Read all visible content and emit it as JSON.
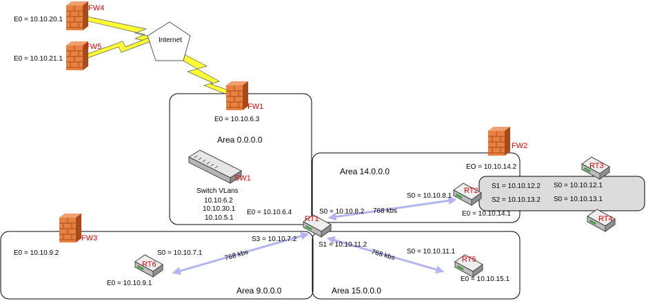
{
  "areas": {
    "area0": "Area 0.0.0.0",
    "area14": "Area 14.0.0.0",
    "area9": "Area 9.0.0.0",
    "area15": "Area 15.0.0.0"
  },
  "internet": {
    "label": "Internet"
  },
  "devices": {
    "fw1": "FW1",
    "fw2": "FW2",
    "fw3": "FW3",
    "fw4": "FW4",
    "fw5": "FW5",
    "sw1": "SW1",
    "rt1": "RT1",
    "rt2": "RT2",
    "rt3": "RT3",
    "rt4": "RT4",
    "rt5": "RT5",
    "rt6": "RT6"
  },
  "interfaces": {
    "fw4_e0": "E0 = 10.10.20.1",
    "fw5_e0": "E0 = 10.10.21.1",
    "fw1_e0": "E0 = 10.10.6.3",
    "fw2_e0": "EO = 10.10.14.2",
    "fw3_e0": "E0 = 10.10.9.2",
    "rt1_e0": "E0 = 10.10.6.4",
    "rt1_s0": "S0 = 10.10.8.2",
    "rt1_s3": "S3 = 10.10.7.2",
    "rt1_s1": "S1 = 10.10.11.2",
    "rt2_s0": "S0 = 10.10.8.1",
    "rt2_e0": "E0 = 10.10.14.1",
    "rt2_s1": "S1 = 10.10.12.2",
    "rt2_s2": "S2 = 10.10.13.2",
    "rt3_s0": "S0 = 10.10.12.1",
    "rt4_s0": "S0 = 10.10.13.1",
    "rt6_s0": "S0 = 10.10.7.1",
    "rt6_e0": "E0 = 10.10.9.1",
    "rt5_s0": "S0 = 10.10.11.1",
    "rt5_e0": "E0 = 10.10.15.1"
  },
  "switch_vlans": {
    "title": "Switch VLans",
    "vlans": [
      "10.10.6.2",
      "10.10.30.1",
      "10.10.5.1"
    ]
  },
  "links": {
    "rt1_rt2": "768 kbs",
    "rt1_rt6": "768 kbs",
    "rt1_rt5": "768 kbs"
  },
  "colors": {
    "firewall": "#e8803f",
    "firewall_dark": "#a84a1a",
    "lightning": "#ffff33",
    "link": "#b4b4f0",
    "device_label": "#e00000",
    "router_body": "#dedede",
    "shaded_area": "#dcdcdc"
  }
}
